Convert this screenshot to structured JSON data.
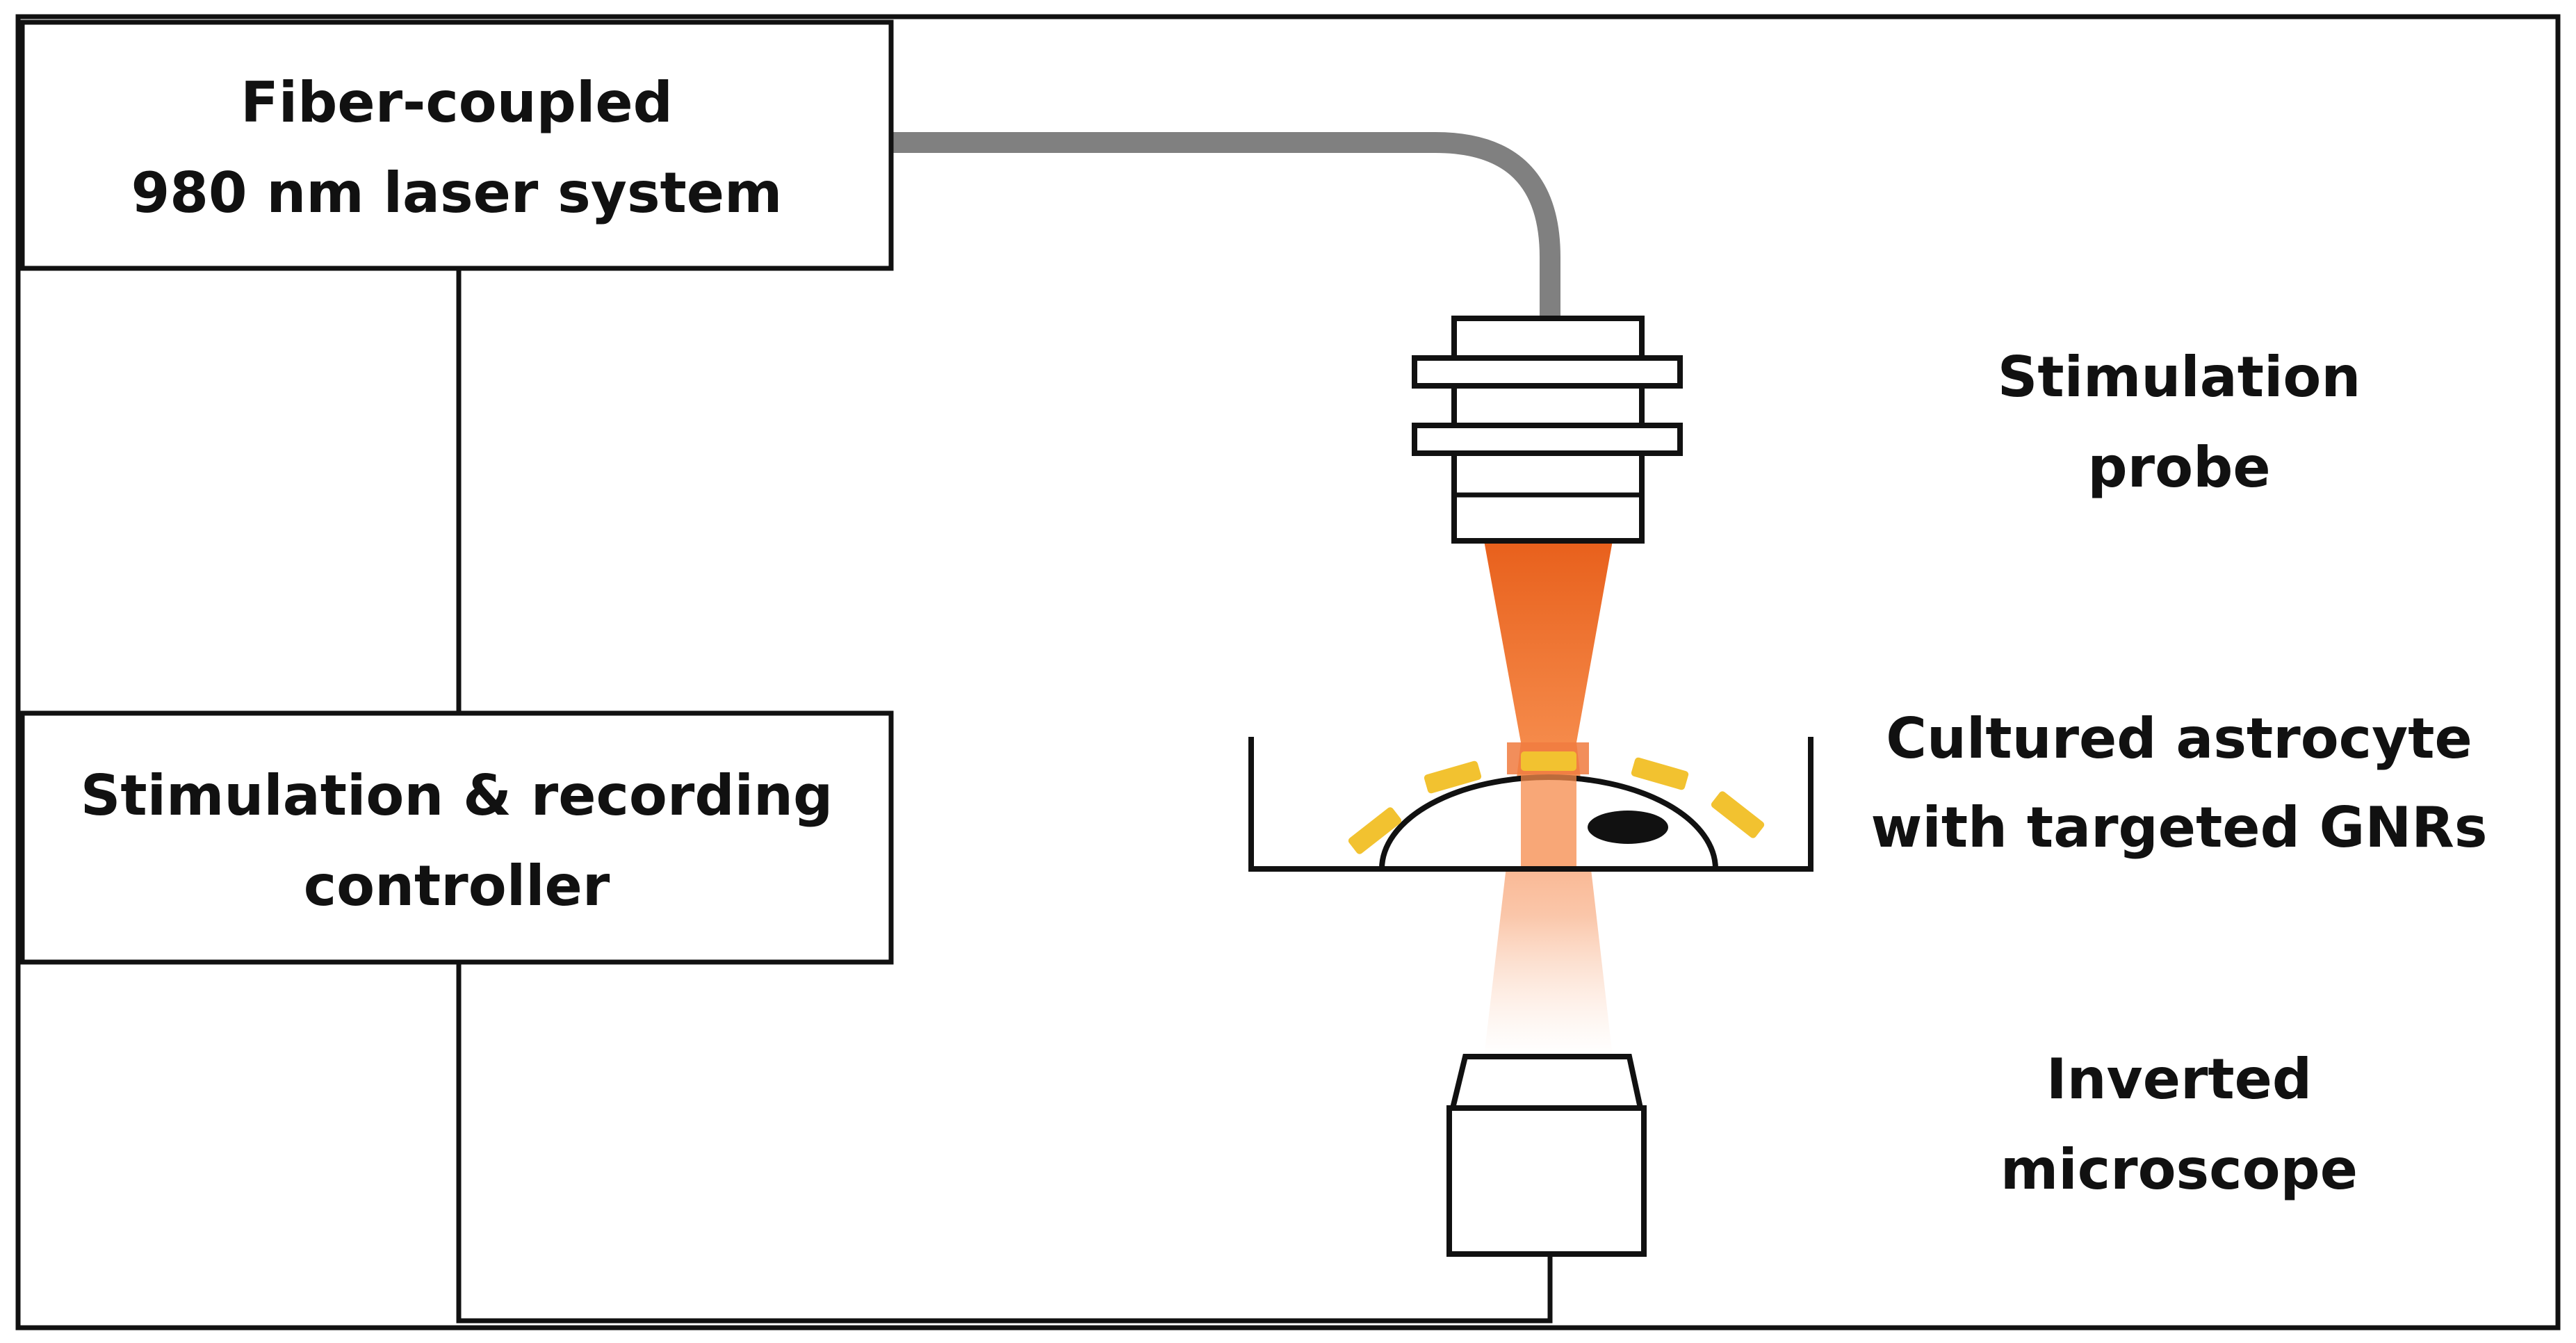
{
  "boxes": {
    "laser": {
      "line1": "Fiber-coupled",
      "line2": "980 nm laser system"
    },
    "controller": {
      "line1": "Stimulation & recording",
      "line2": "controller"
    }
  },
  "labels": {
    "probe": {
      "line1": "Stimulation",
      "line2": "probe"
    },
    "culture": {
      "line1": "Cultured astrocyte",
      "line2": "with targeted GNRs"
    },
    "microscope": {
      "line1": "Inverted",
      "line2": "microscope"
    }
  },
  "colors": {
    "fiber": "#808080",
    "laser_beam": "#f07030",
    "gnr": "#f2c230",
    "outline": "#111111"
  }
}
